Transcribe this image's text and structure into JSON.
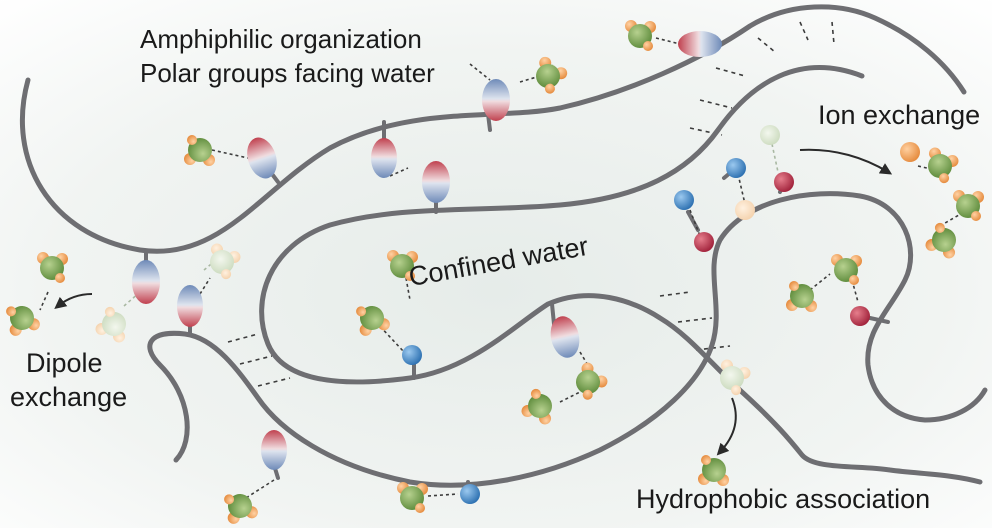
{
  "labels": {
    "amphiphilic_line1": "Amphiphilic organization",
    "amphiphilic_line2": "Polar groups facing water",
    "ion_exchange": "Ion exchange",
    "confined_water": "Confined water",
    "dipole_line1": "Dipole",
    "dipole_line2": "exchange",
    "hydrophobic_association": "Hydrophobic association"
  },
  "colors": {
    "chain": "#6e6e72",
    "dipole_red": "#c0404e",
    "dipole_blue": "#6e8ab8",
    "anion_blue": "#3f88c8",
    "cation_red": "#b22c40",
    "water_oxygen": "#6f9a45",
    "water_hydrogen": "#ef9a4a",
    "ion_orange": "#ef9a4a"
  },
  "icons": [
    "water-molecule-icon",
    "dipole-group-icon",
    "ionic-group-icon",
    "arrow-icon"
  ]
}
